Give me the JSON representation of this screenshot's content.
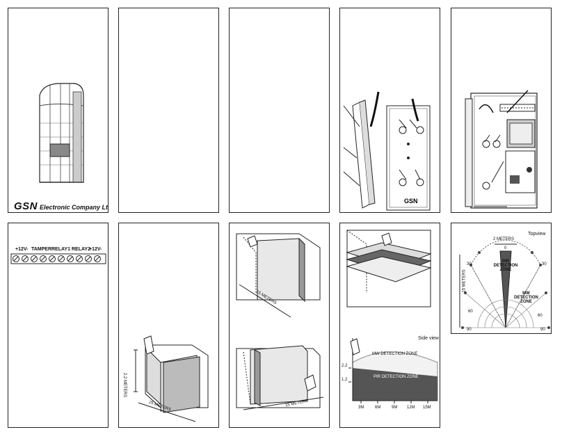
{
  "brand": {
    "logo": "GSN",
    "company": "Electronic Company Ltd."
  },
  "terminal": {
    "labels": [
      "+12V-",
      "TAMPER",
      "RELAY1",
      "RELAY2",
      "+12V-"
    ]
  },
  "range": {
    "height": "2.2 METERS",
    "length": "25 METERS"
  },
  "install": {
    "length_15": "15 METERS"
  },
  "sideview": {
    "title": "Side view",
    "mw_zone": "MW DETECTION ZONE",
    "pir_zone": "PIR DETECTION ZONE",
    "y_high": "2.2",
    "y_low": "1.2",
    "x_ticks": [
      "3M",
      "6M",
      "9M",
      "12M",
      "15M"
    ]
  },
  "topview": {
    "title": "Topview",
    "width": "2 METERS",
    "depth": "15 METERS",
    "pir_zone": "PIR DETECTION ZONE",
    "mw_zone": "MW DETECTION ZONE",
    "angles": [
      "30",
      "30",
      "60",
      "60",
      "90",
      "90",
      "0"
    ]
  }
}
